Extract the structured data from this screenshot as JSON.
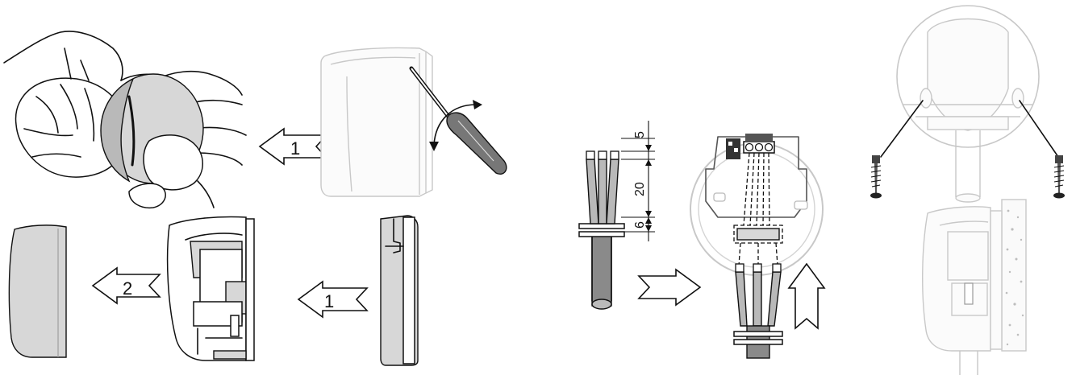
{
  "steps": {
    "remove_cover_arrow_label": "1",
    "separate_arrow_label": "1",
    "detach_arrow_label": "2"
  },
  "dimensions": {
    "top": "5",
    "middle": "20",
    "bottom": "6"
  }
}
